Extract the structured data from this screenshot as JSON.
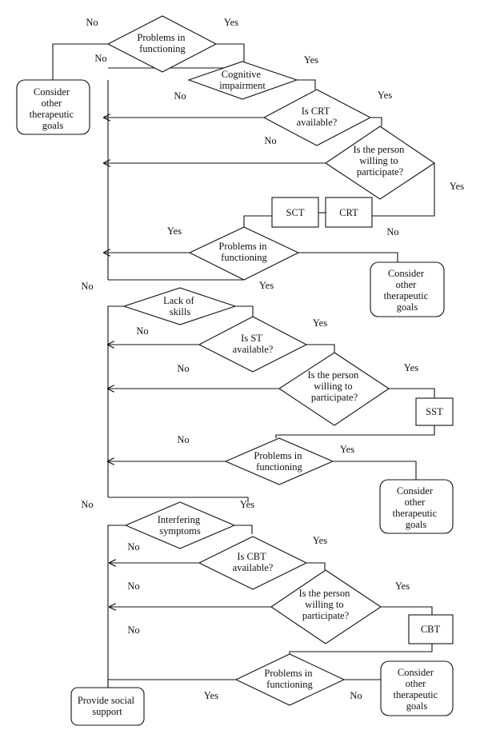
{
  "labels": {
    "yes": "Yes",
    "no": "No"
  },
  "nodes": {
    "d1": [
      "Problems in",
      "functioning"
    ],
    "goals1": [
      "Consider",
      "other",
      "therapeutic",
      "goals"
    ],
    "d2": [
      "Cognitive",
      "impairment"
    ],
    "d3": [
      "Is CRT",
      "available?"
    ],
    "d4": [
      "Is the person",
      "willing to",
      "participate?"
    ],
    "sct": [
      "SCT"
    ],
    "crt": [
      "CRT"
    ],
    "d5": [
      "Problems in",
      "functioning"
    ],
    "goals2": [
      "Consider",
      "other",
      "therapeutic",
      "goals"
    ],
    "d6": [
      "Lack of",
      "skills"
    ],
    "d7": [
      "Is ST",
      "available?"
    ],
    "d8": [
      "Is the person",
      "willing to",
      "participate?"
    ],
    "sst": [
      "SST"
    ],
    "d9": [
      "Problems in",
      "functioning"
    ],
    "goals3": [
      "Consider",
      "other",
      "therapeutic",
      "goals"
    ],
    "d10": [
      "Interfering",
      "symptoms"
    ],
    "d11": [
      "Is CBT",
      "available?"
    ],
    "d12": [
      "Is the person",
      "willing to",
      "participate?"
    ],
    "cbt": [
      "CBT"
    ],
    "d13": [
      "Problems in",
      "functioning"
    ],
    "goals4": [
      "Consider",
      "other",
      "therapeutic",
      "goals"
    ],
    "support": [
      "Provide social",
      "support"
    ]
  },
  "edge_labels": [
    {
      "id": "l1",
      "kind": "no"
    },
    {
      "id": "l2",
      "kind": "yes"
    },
    {
      "id": "l3",
      "kind": "no"
    },
    {
      "id": "l4",
      "kind": "yes"
    },
    {
      "id": "l5",
      "kind": "no"
    },
    {
      "id": "l6",
      "kind": "yes"
    },
    {
      "id": "l7",
      "kind": "no"
    },
    {
      "id": "l8",
      "kind": "yes"
    },
    {
      "id": "l9",
      "kind": "yes"
    },
    {
      "id": "l10",
      "kind": "no"
    },
    {
      "id": "l11",
      "kind": "yes"
    },
    {
      "id": "l12",
      "kind": "no"
    },
    {
      "id": "l13",
      "kind": "no"
    },
    {
      "id": "l14",
      "kind": "yes"
    },
    {
      "id": "l15",
      "kind": "no"
    },
    {
      "id": "l16",
      "kind": "yes"
    },
    {
      "id": "l17",
      "kind": "no"
    },
    {
      "id": "l18",
      "kind": "yes"
    },
    {
      "id": "l19",
      "kind": "no"
    },
    {
      "id": "l20",
      "kind": "yes"
    },
    {
      "id": "l21",
      "kind": "no"
    },
    {
      "id": "l22",
      "kind": "yes"
    },
    {
      "id": "l23",
      "kind": "no"
    },
    {
      "id": "l24",
      "kind": "yes"
    },
    {
      "id": "l25",
      "kind": "no"
    },
    {
      "id": "l26",
      "kind": "yes"
    },
    {
      "id": "l27",
      "kind": "no"
    }
  ]
}
